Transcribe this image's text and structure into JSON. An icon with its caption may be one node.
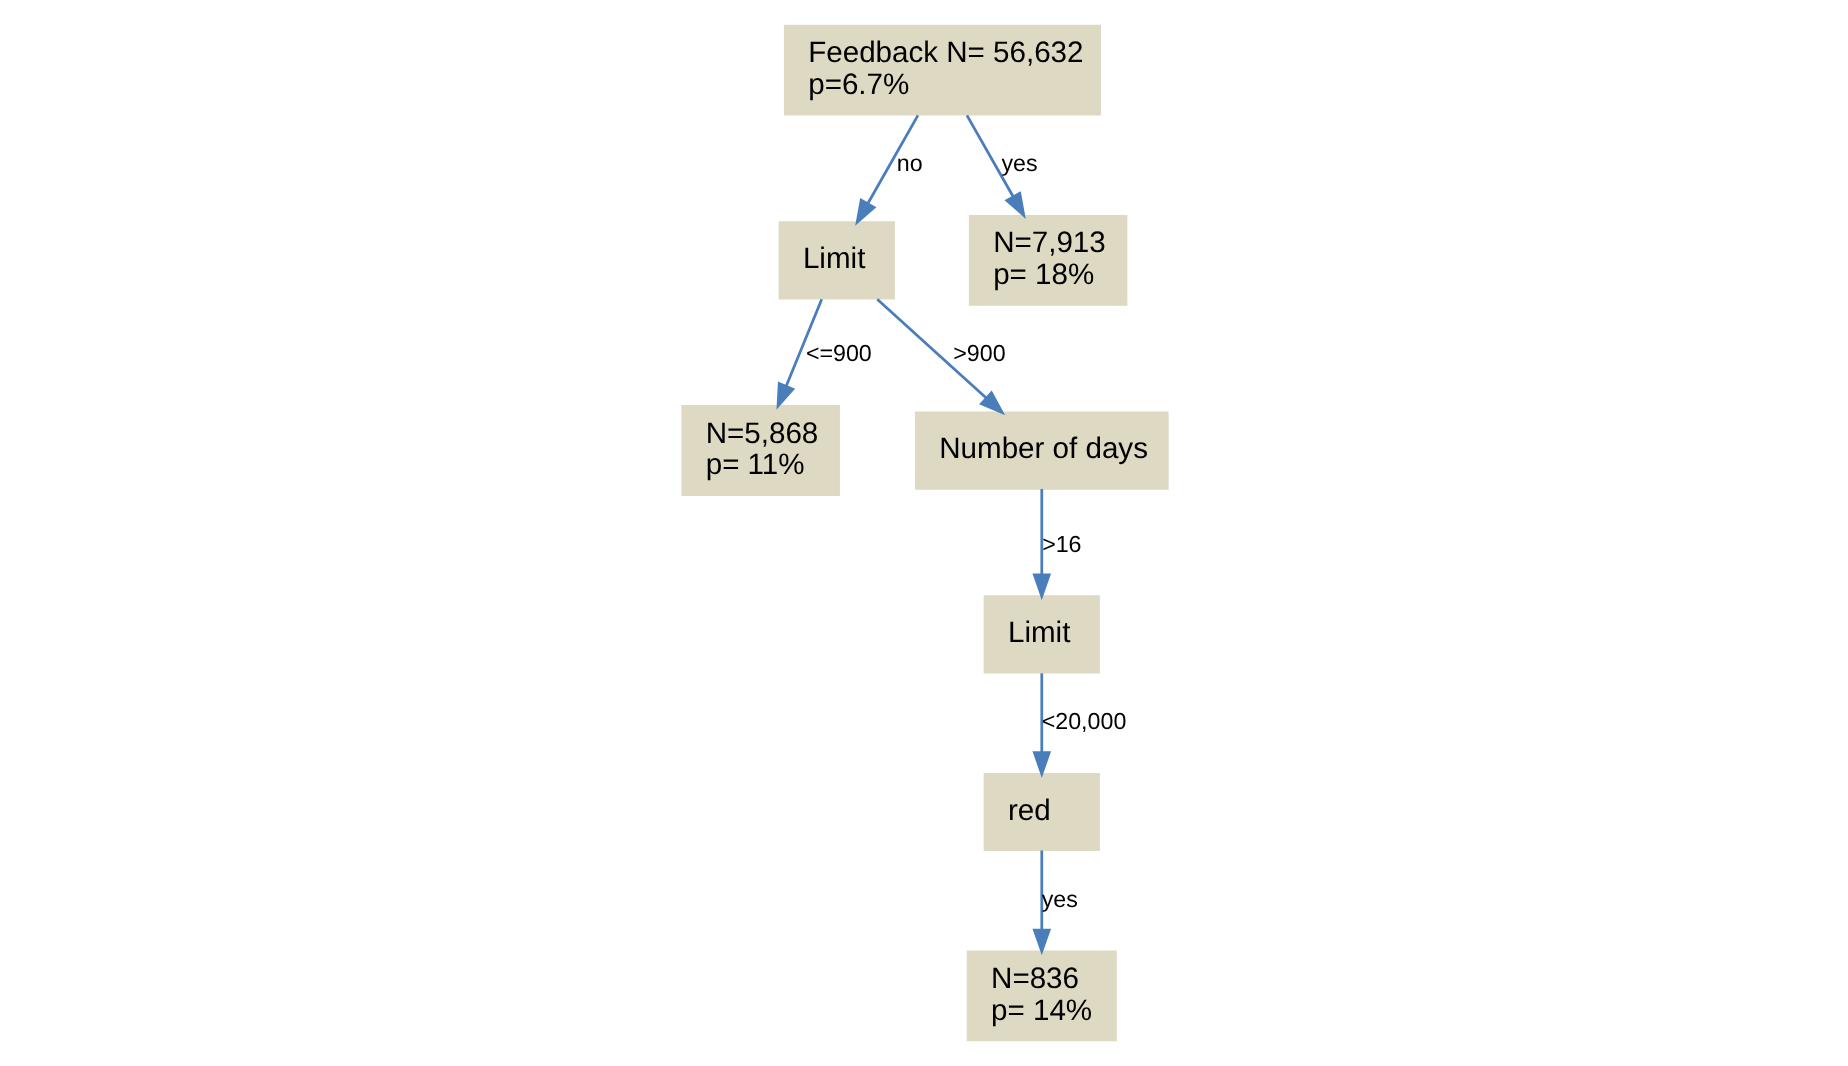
{
  "diagram": {
    "nodes": [
      {
        "text": [
          "Feedback N= 56,632",
          "p=6.7%"
        ]
      },
      {
        "text": [
          "Limit"
        ]
      },
      {
        "text": [
          "N=5,868",
          "p= 11%"
        ]
      },
      {
        "text": [
          "Number of days"
        ]
      },
      {
        "text": [
          "Limit"
        ]
      },
      {
        "text": [
          "red"
        ]
      },
      {
        "text": [
          "N=836",
          "p= 14%"
        ]
      },
      {
        "text": [
          "N=7,913",
          "p= 18%"
        ]
      }
    ],
    "edges": [
      {
        "from": 0,
        "to": 1,
        "arrow": "to",
        "label": "no"
      },
      {
        "from": 0,
        "to": 7,
        "arrow": "to",
        "label": "yes"
      },
      {
        "from": 1,
        "to": 2,
        "arrow": "to",
        "label": "<=900"
      },
      {
        "from": 1,
        "to": 3,
        "arrow": "to",
        "label": ">900"
      },
      {
        "from": 3,
        "to": 4,
        "arrow": "to",
        "label": ">16"
      },
      {
        "from": 4,
        "to": 5,
        "arrow": "to",
        "label": "<20,000"
      },
      {
        "from": 5,
        "to": 6,
        "arrow": "to",
        "label": "yes"
      }
    ]
  }
}
